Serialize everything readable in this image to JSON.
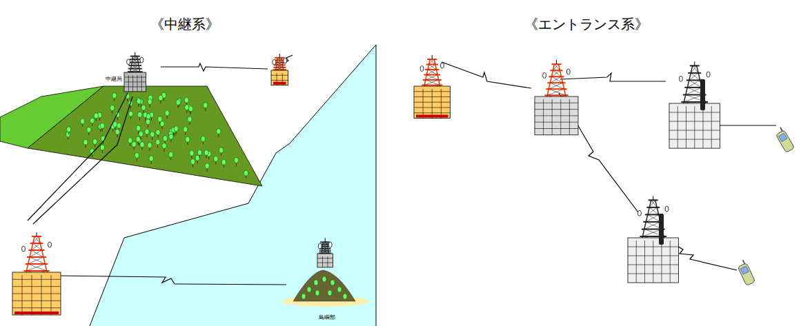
{
  "diagram": {
    "labels": [
      "《中継系》",
      "《エントランス系》",
      "中継局",
      "島嶼部"
    ]
  }
}
